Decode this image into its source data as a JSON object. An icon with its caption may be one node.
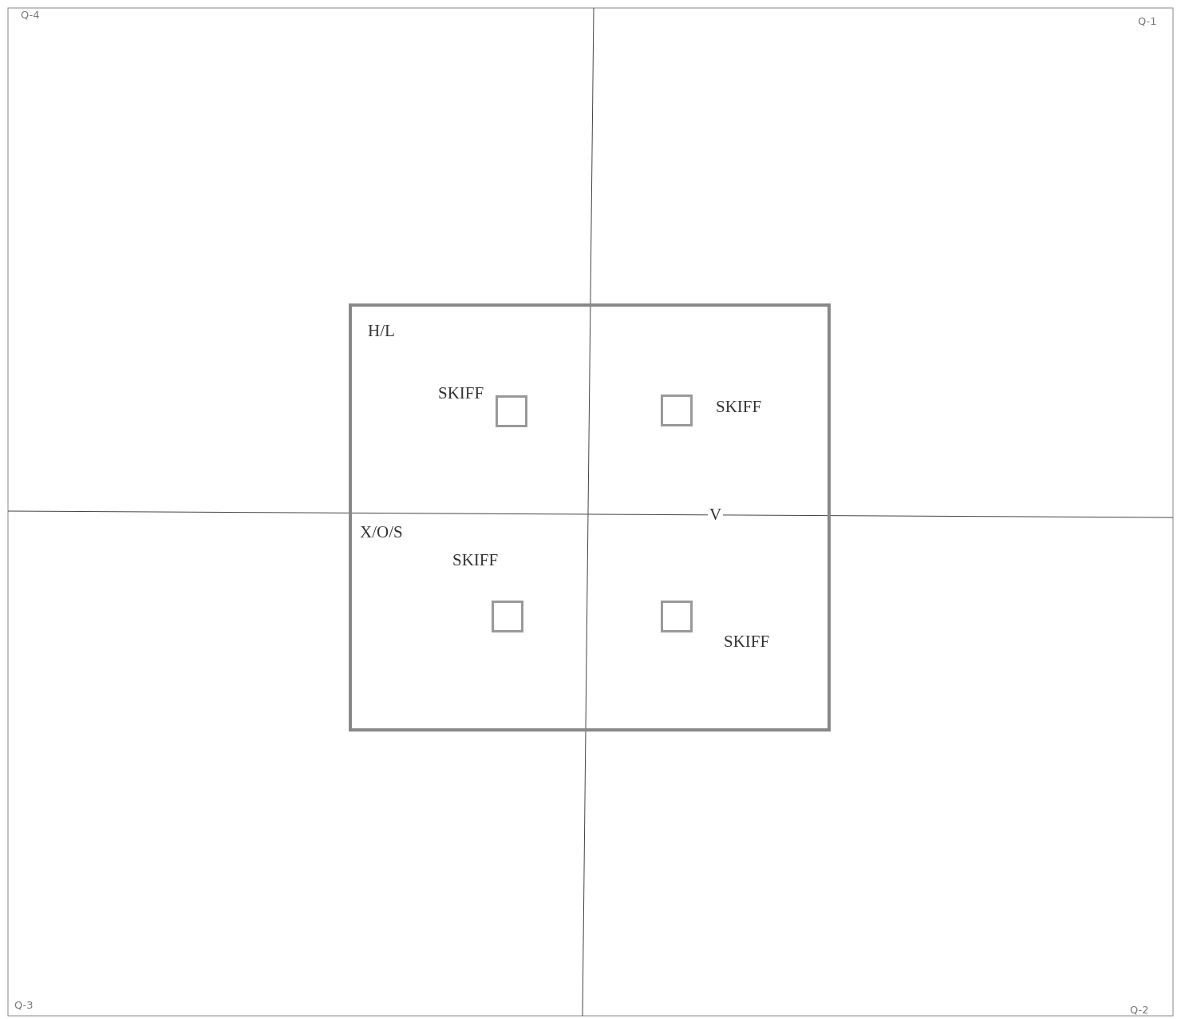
{
  "diagram": {
    "nodes": [
      {
        "text": [
          "H/L",
          "X/O/S"
        ]
      },
      {
        "text": [],
        "shape": "box",
        "in": 0,
        "beside": [
          "SKIFF"
        ]
      },
      {
        "text": [],
        "shape": "box",
        "in": 0,
        "beside": [
          "SKIFF"
        ]
      },
      {
        "text": [],
        "shape": "box",
        "in": 0,
        "beside": [
          "SKIFF"
        ]
      },
      {
        "text": [],
        "shape": "box",
        "in": 0,
        "beside": [
          "SKIFF"
        ]
      }
    ],
    "edges": [],
    "labels": [
      "Q-4",
      "Q-1",
      "V",
      "Q-3",
      "Q-2"
    ]
  }
}
